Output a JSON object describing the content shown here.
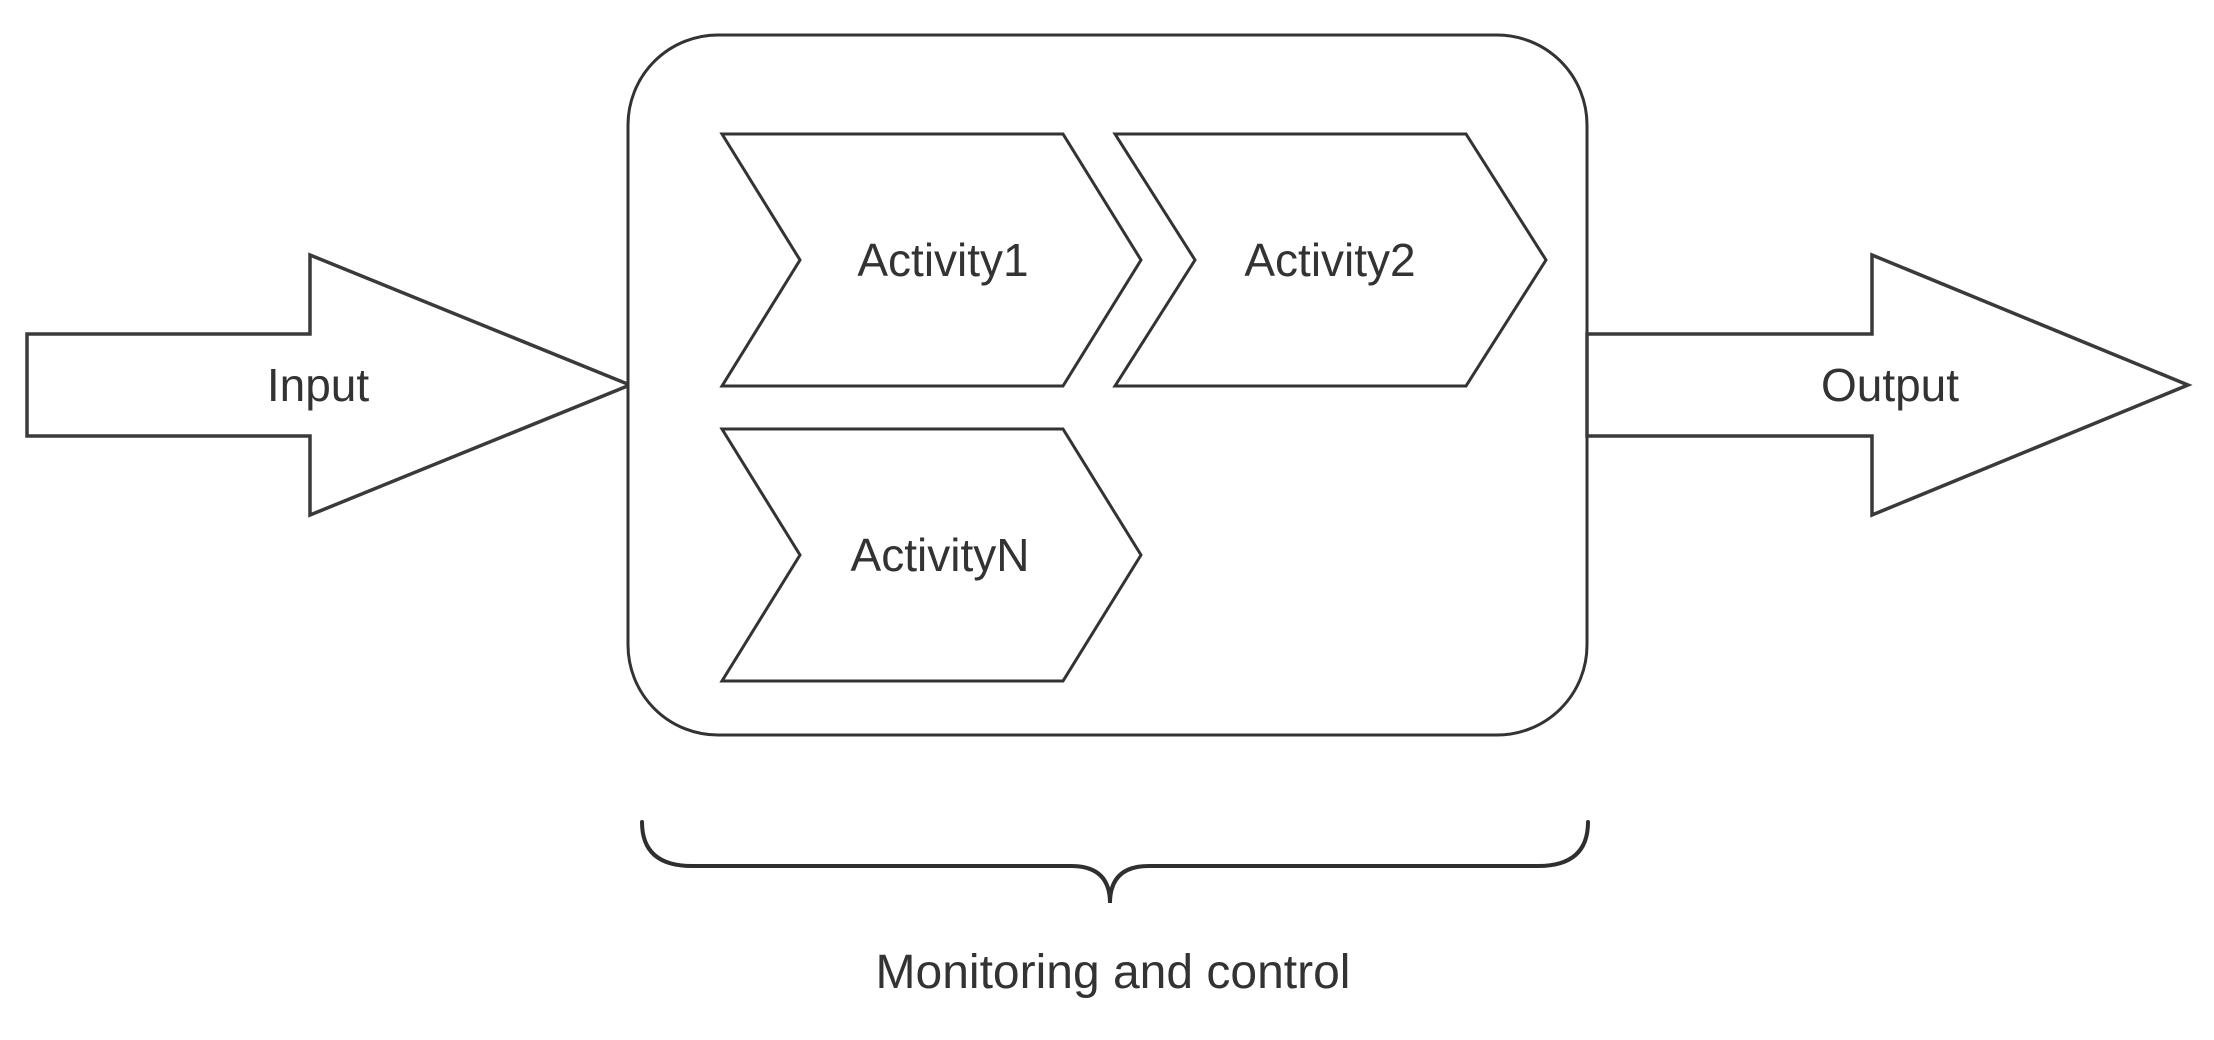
{
  "diagram": {
    "input": {
      "label": "Input"
    },
    "output": {
      "label": "Output"
    },
    "process_box": {
      "activities": [
        {
          "label": "Activity1"
        },
        {
          "label": "Activity2"
        },
        {
          "label": "ActivityN"
        }
      ],
      "caption": "Monitoring and control"
    },
    "colors": {
      "stroke": "#333333",
      "text": "#333333",
      "background": "#ffffff"
    }
  }
}
